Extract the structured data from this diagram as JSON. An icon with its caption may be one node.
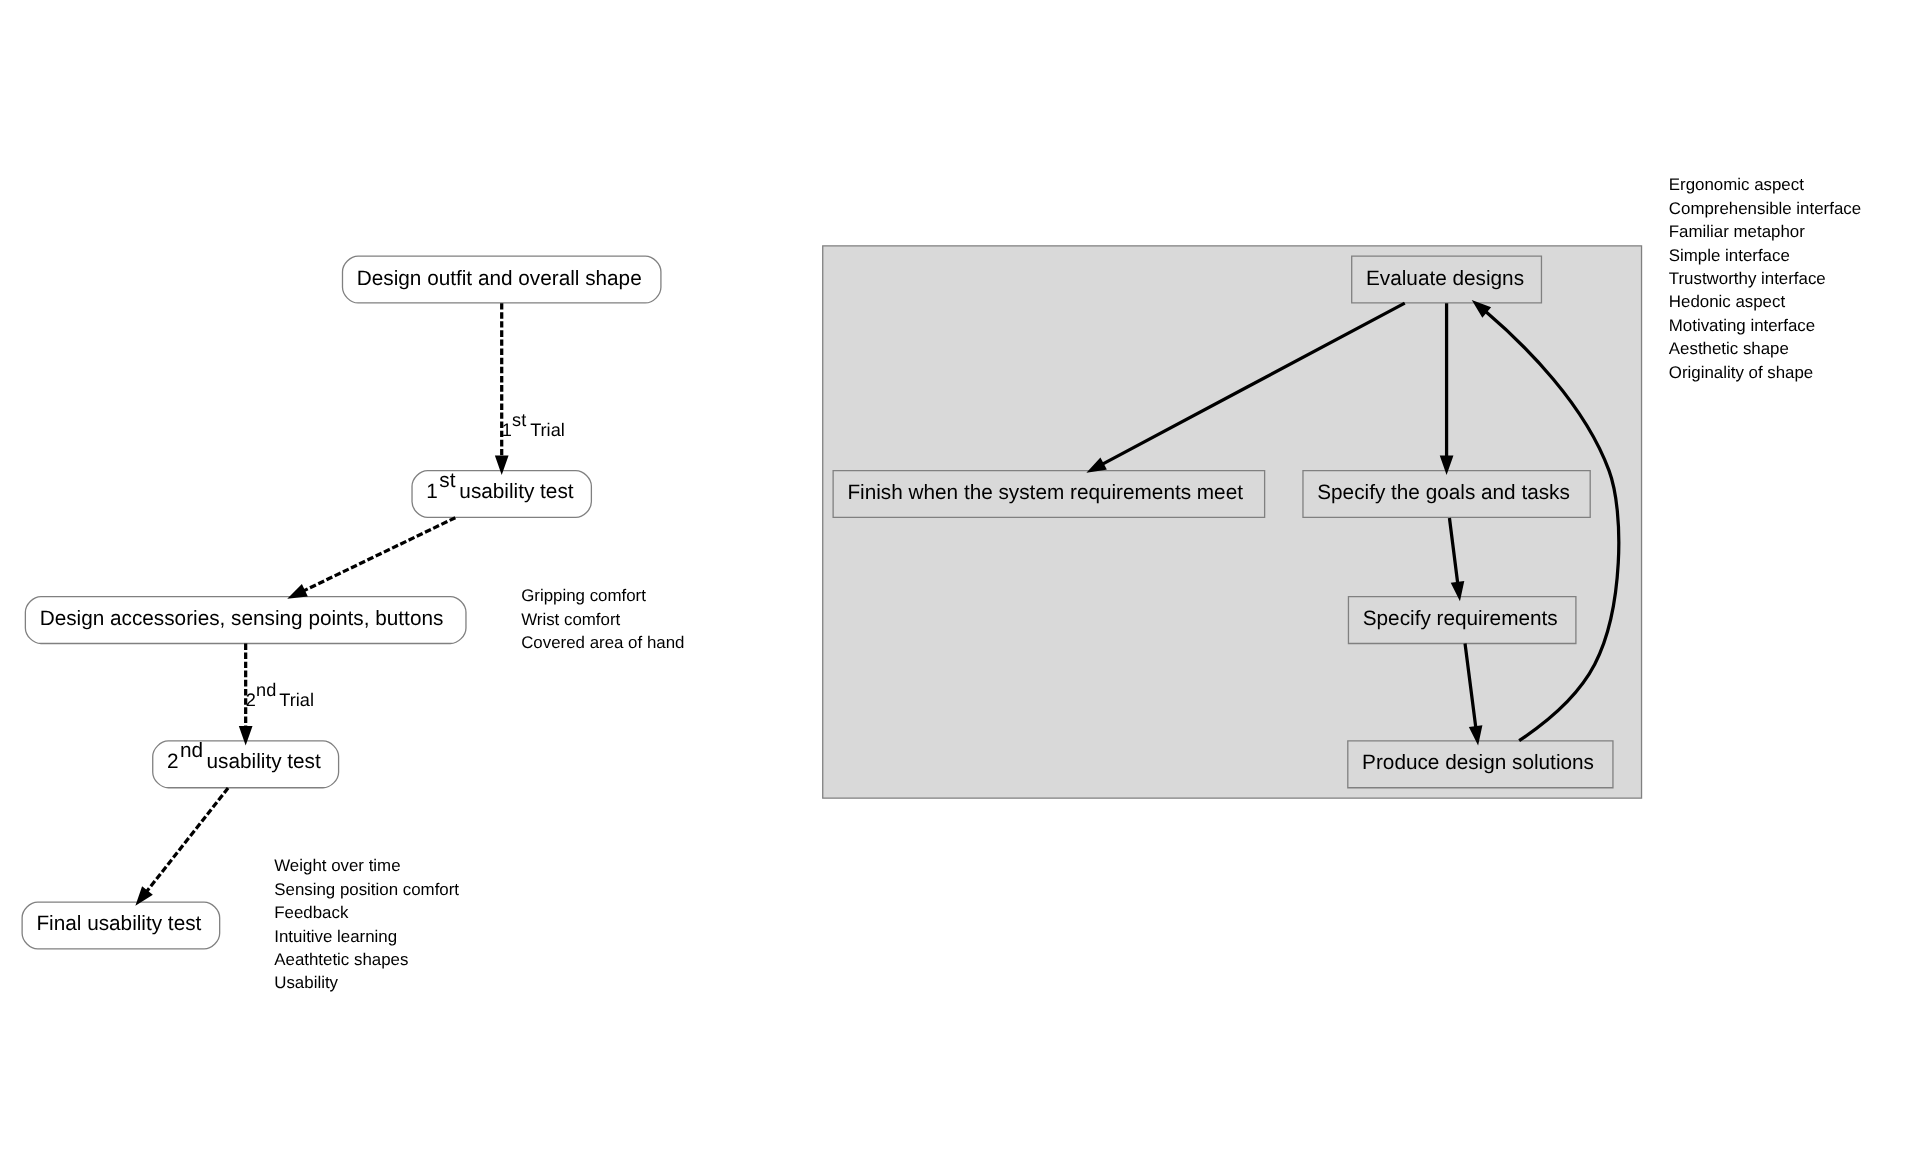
{
  "diagram": {
    "nodes": [
      {
        "text": [
          "Final usability test"
        ]
      },
      {
        "text": [
          "2$^{nd}$ usability test"
        ],
        "beside": [
          "Weight over time",
          "Sensing position comfort",
          "Feedback",
          "Intuitive learning",
          "Aeathtetic shapes",
          "Usability"
        ]
      },
      {
        "text": [
          "1$^{st}$ usability test"
        ],
        "beside": [
          "Gripping comfort",
          "Wrist comfort",
          "Covered area of hand"
        ]
      },
      {
        "text": [],
        "shape": "box"
      },
      {
        "text": [
          "Finish when the system requirements meet"
        ],
        "in": 3
      },
      {
        "text": [
          "Specify the goals and tasks"
        ],
        "in": 3
      },
      {
        "text": [
          "Evaluate designs"
        ],
        "in": 3
      },
      {
        "text": [
          "Specify requirements"
        ],
        "in": 3
      },
      {
        "text": [
          "Produce design solutions"
        ],
        "in": 3
      },
      {
        "text": [
          "Design outfit and overall shape"
        ]
      },
      {
        "text": [
          "Design accessories, sensing points, buttons"
        ]
      }
    ],
    "edges": [
      {
        "from": 1,
        "to": 0,
        "arrow": "to",
        "style": "dashed"
      },
      {
        "from": 2,
        "to": 10,
        "arrow": "to",
        "style": "dashed"
      },
      {
        "from": 6,
        "to": 4,
        "arrow": "to"
      },
      {
        "from": 6,
        "to": 5,
        "arrow": "to"
      },
      {
        "from": 5,
        "to": 7,
        "arrow": "to"
      },
      {
        "from": 7,
        "to": 8,
        "arrow": "to"
      },
      {
        "from": 8,
        "to": 6,
        "arrow": "to"
      },
      {
        "from": 9,
        "to": 2,
        "arrow": "to",
        "style": "dashed",
        "label": "1$^{st}$ Trial"
      },
      {
        "from": 10,
        "to": 1,
        "arrow": "to",
        "style": "dashed",
        "label": "2$^{nd}$ Trial"
      }
    ],
    "labels": [
      "Ergonomic aspect",
      "Comprehensible interface",
      "Familiar metaphor",
      "Simple interface",
      "Trustworthy interface",
      "Hedonic aspect",
      "Motivating interface",
      "Aesthetic shape",
      "Originality of shape"
    ]
  }
}
